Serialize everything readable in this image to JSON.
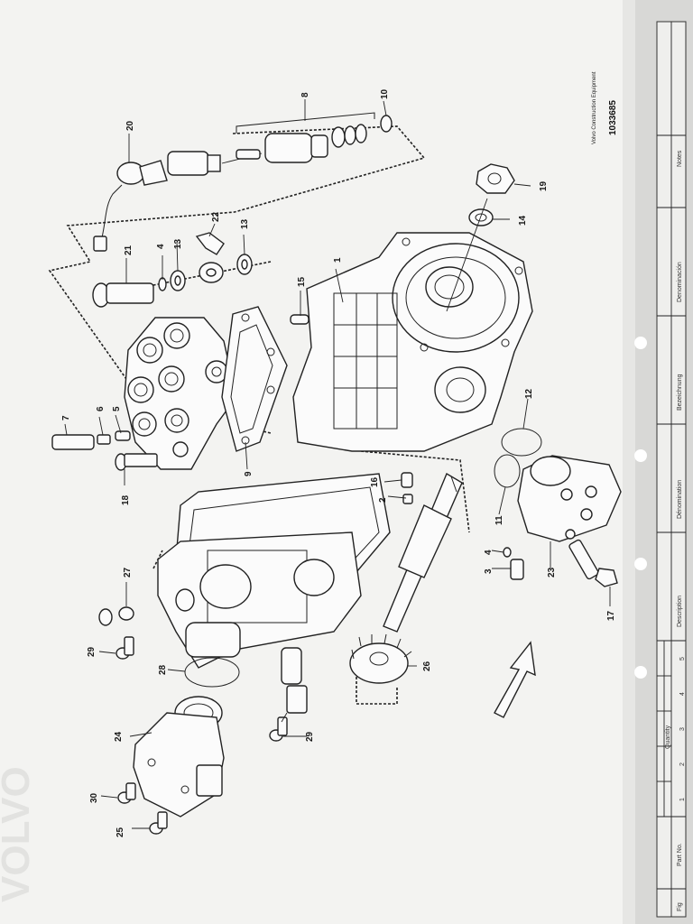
{
  "meta": {
    "vendor": "Volvo Construction Equipment",
    "drawing_number": "1033685"
  },
  "title_block": {
    "fig": "Fig",
    "part_no": "Part No.",
    "quantity": "Quantity",
    "quantity_cols": [
      "1",
      "2",
      "3",
      "4",
      "5"
    ],
    "description": "Description",
    "denomination": "Dénomination",
    "bezeichnung": "Bezeichnung",
    "denominacion": "Denominación",
    "notes": "Notes"
  },
  "watermark": "VOLVO",
  "callouts": [
    {
      "id": "c1",
      "text": "1"
    },
    {
      "id": "c2",
      "text": "2"
    },
    {
      "id": "c3",
      "text": "3"
    },
    {
      "id": "c4a",
      "text": "4"
    },
    {
      "id": "c4b",
      "text": "4"
    },
    {
      "id": "c5",
      "text": "5"
    },
    {
      "id": "c6",
      "text": "6"
    },
    {
      "id": "c7",
      "text": "7"
    },
    {
      "id": "c8",
      "text": "8"
    },
    {
      "id": "c9",
      "text": "9"
    },
    {
      "id": "c10",
      "text": "10"
    },
    {
      "id": "c11",
      "text": "11"
    },
    {
      "id": "c12",
      "text": "12"
    },
    {
      "id": "c13a",
      "text": "13"
    },
    {
      "id": "c13b",
      "text": "13"
    },
    {
      "id": "c14",
      "text": "14"
    },
    {
      "id": "c15",
      "text": "15"
    },
    {
      "id": "c16",
      "text": "16"
    },
    {
      "id": "c17",
      "text": "17"
    },
    {
      "id": "c18",
      "text": "18"
    },
    {
      "id": "c19",
      "text": "19"
    },
    {
      "id": "c20",
      "text": "20"
    },
    {
      "id": "c21",
      "text": "21"
    },
    {
      "id": "c22",
      "text": "22"
    },
    {
      "id": "c23",
      "text": "23"
    },
    {
      "id": "c24",
      "text": "24"
    },
    {
      "id": "c25",
      "text": "25"
    },
    {
      "id": "c26",
      "text": "26"
    },
    {
      "id": "c27",
      "text": "27"
    },
    {
      "id": "c28",
      "text": "28"
    },
    {
      "id": "c29a",
      "text": "29"
    },
    {
      "id": "c29b",
      "text": "29"
    },
    {
      "id": "c30",
      "text": "30"
    }
  ]
}
